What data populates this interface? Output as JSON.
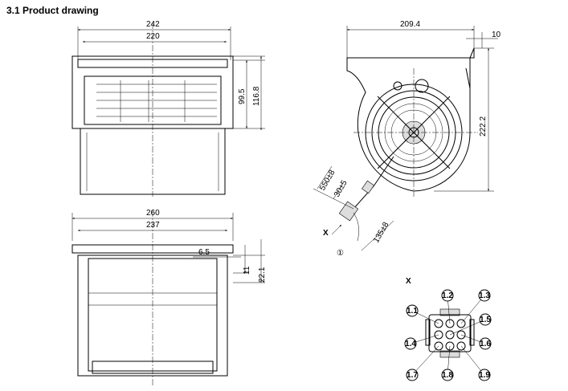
{
  "title": "3.1 Product drawing",
  "front_view": {
    "dim_width_outer": "242",
    "dim_width_inner": "220",
    "dim_height_inner": "99.5",
    "dim_height_outer": "116.8"
  },
  "bottom_view": {
    "dim_width_outer": "260",
    "dim_width_inner": "237",
    "dim_flange": "6.5",
    "dim_small_height": "11",
    "dim_height": "22.1"
  },
  "side_view": {
    "dim_width": "209.4",
    "dim_offset": "10",
    "dim_height": "222.2",
    "cable_length": "550±8",
    "strip_length": "30±5",
    "lead_length": "135±8",
    "view_marker": "X",
    "callout": "①"
  },
  "connector_view": {
    "label": "X",
    "pins": [
      "1.1",
      "1.2",
      "1.3",
      "1.4",
      "1.5",
      "1.6",
      "1.7",
      "1.8",
      "1.9"
    ]
  }
}
